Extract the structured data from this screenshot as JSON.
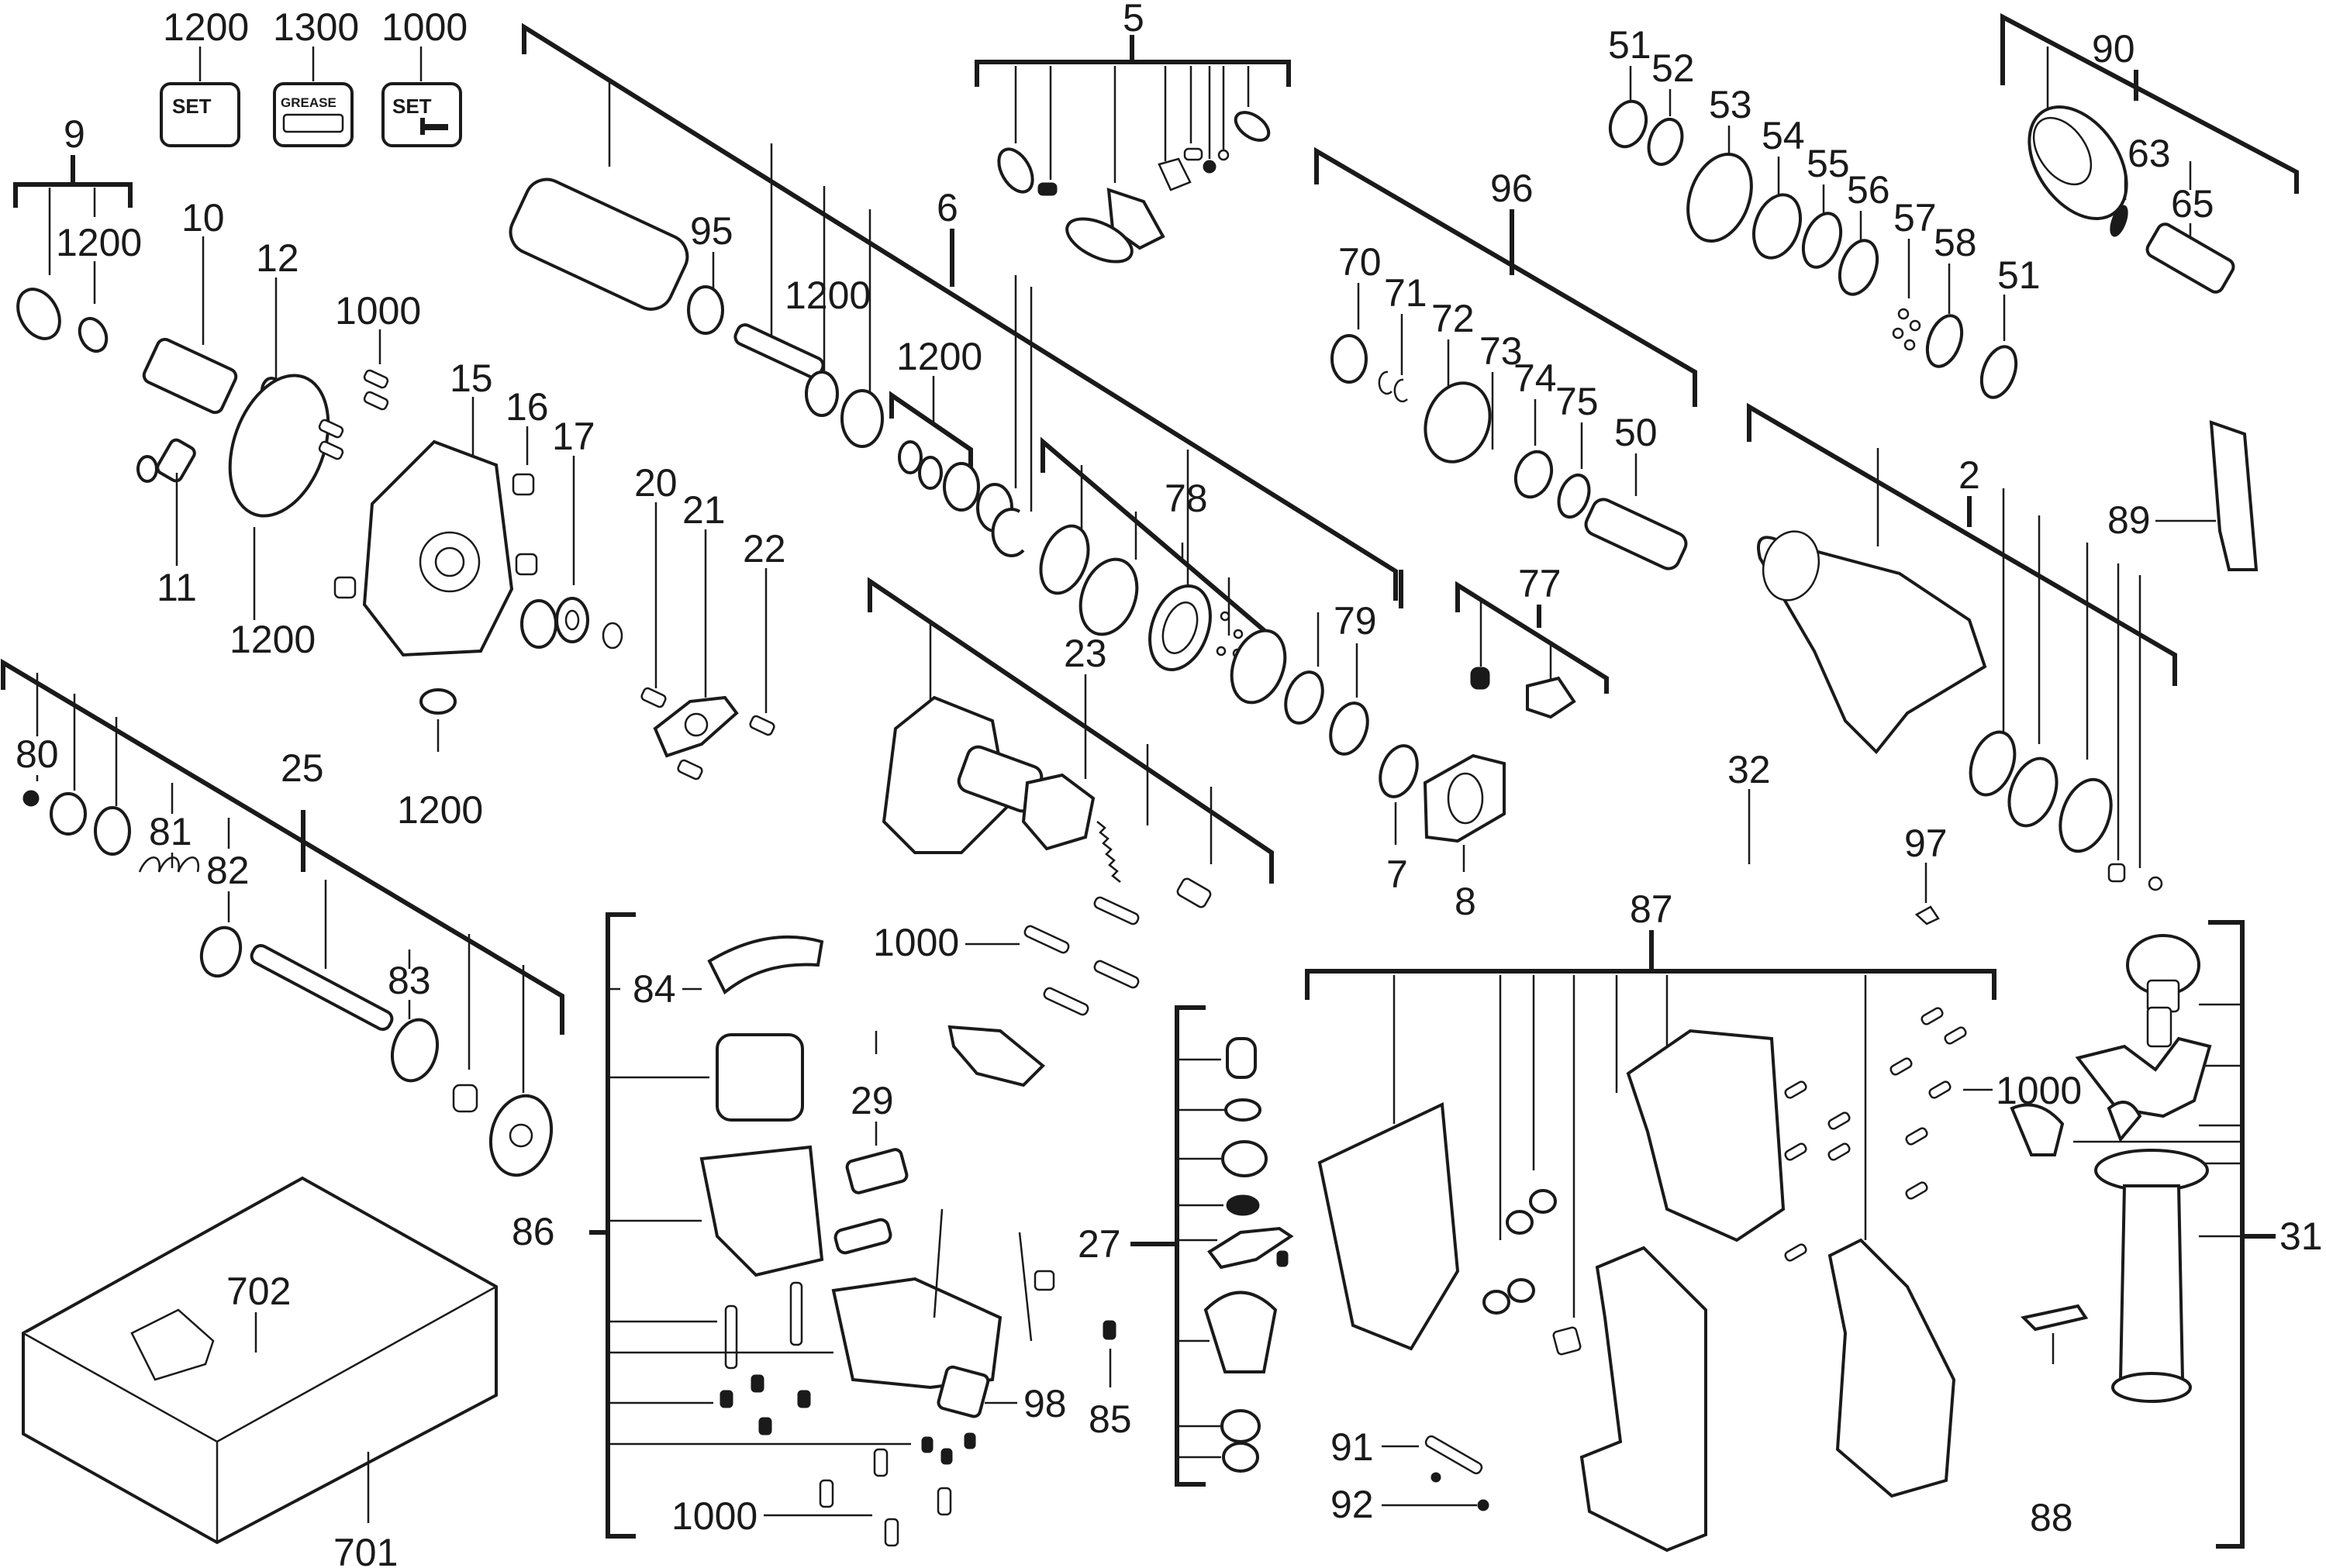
{
  "diagram": {
    "title": "Exploded parts diagram — cordless rotary hammer",
    "ink_color": "#1a1a1a",
    "background_color": "#ffffff",
    "legend_icons": [
      {
        "number": "1200",
        "icon": "set-icon",
        "text": "SET"
      },
      {
        "number": "1300",
        "icon": "grease-tube-icon",
        "text": "GREASE"
      },
      {
        "number": "1000",
        "icon": "set-screw-icon",
        "text": "SET"
      }
    ],
    "callouts": {
      "c9": "9",
      "c9_1200": "1200",
      "c10": "10",
      "c12": "12",
      "c11": "11",
      "c1200_oring": "1200",
      "c1000_top": "1000",
      "c15": "15",
      "c16": "16",
      "c17": "17",
      "c1200_bottom": "1200",
      "c20": "20",
      "c21": "21",
      "c22": "22",
      "c95": "95",
      "c1200_a": "1200",
      "c1200_b": "1200",
      "c6": "6",
      "c5": "5",
      "c78": "78",
      "c79": "79",
      "c23": "23",
      "c7": "7",
      "c8": "8",
      "c96": "96",
      "c70": "70",
      "c71": "71",
      "c72": "72",
      "c73": "73",
      "c74": "74",
      "c75": "75",
      "c50": "50",
      "c51a": "51",
      "c52": "52",
      "c53": "53",
      "c54": "54",
      "c55": "55",
      "c56": "56",
      "c57": "57",
      "c58": "58",
      "c51b": "51",
      "c90": "90",
      "c63": "63",
      "c65": "65",
      "c2": "2",
      "c89": "89",
      "c77": "77",
      "c32": "32",
      "c97": "97",
      "c80": "80",
      "c25": "25",
      "c81": "81",
      "c82": "82",
      "c83": "83",
      "c84": "84",
      "c86": "86",
      "c29": "29",
      "c98": "98",
      "c1000_mid": "1000",
      "c1000_low": "1000",
      "c27": "27",
      "c85": "85",
      "c87": "87",
      "c1000_right": "1000",
      "c91": "91",
      "c92": "92",
      "c31": "31",
      "c88": "88",
      "c702": "702",
      "c701": "701"
    }
  }
}
